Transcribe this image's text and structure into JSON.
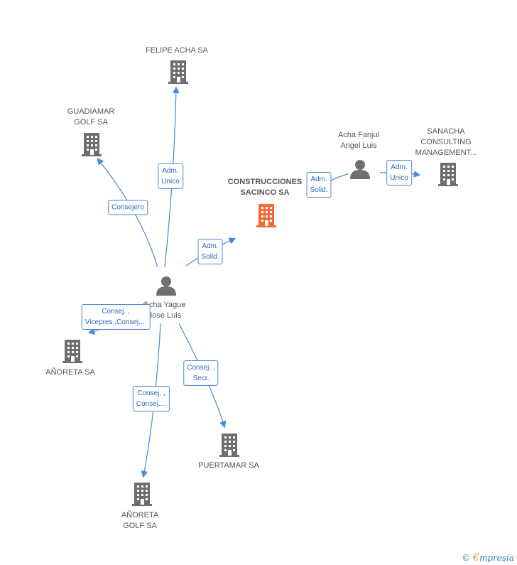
{
  "nodes": {
    "felipe": {
      "label1": "FELIPE ACHA SA",
      "label2": ""
    },
    "guadiamar": {
      "label1": "GUADIAMAR",
      "label2": "GOLF SA"
    },
    "construcciones": {
      "label1": "CONSTRUCCIONES",
      "label2": "SACINCO SA"
    },
    "fanjul": {
      "label1": "Acha Fanjul",
      "label2": "Angel Luis"
    },
    "sanacha": {
      "label1": "SANACHA",
      "label2": "CONSULTING",
      "label3": "MANAGEMENT..."
    },
    "yague": {
      "label1": "Acha Yague",
      "label2": "Jose Luis"
    },
    "anoreta": {
      "label1": "AÑORETA SA"
    },
    "puertamar": {
      "label1": "PUERTAMAR SA"
    },
    "anoreta_golf": {
      "label1": "AÑORETA",
      "label2": "GOLF SA"
    }
  },
  "edges": {
    "to_felipe": {
      "line1": "Adm.",
      "line2": "Unico"
    },
    "to_guadiamar": {
      "line1": "Consejero"
    },
    "to_construcciones_yague": {
      "line1": "Adm.",
      "line2": "Solid."
    },
    "to_construcciones_fanjul": {
      "line1": "Adm.",
      "line2": "Solid."
    },
    "to_sanacha": {
      "line1": "Adm.",
      "line2": "Unico"
    },
    "to_anoreta": {
      "line1": "Consej. ,",
      "line2": "Vicepres.,Consej...."
    },
    "to_anoreta_golf": {
      "line1": "Consej. ,",
      "line2": "Consej...."
    },
    "to_puertamar": {
      "line1": "Consej. ,",
      "line2": "Secr."
    }
  },
  "footer": {
    "copyright": "©",
    "brand_e": "€",
    "brand_rest": "mpresia"
  },
  "colors": {
    "edge": "#4a88d8",
    "building": "#6e6e6e",
    "main_building": "#f26b3a",
    "person": "#6e6e6e"
  }
}
